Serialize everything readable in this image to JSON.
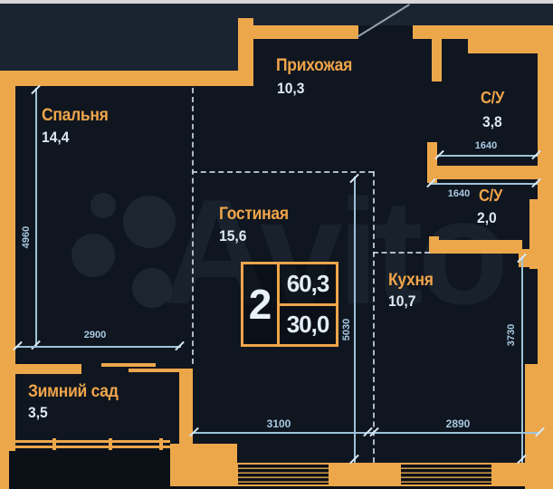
{
  "watermark": {
    "brand": "Avito"
  },
  "rooms": {
    "bedroom": {
      "name": "Спальня",
      "area": "14,4"
    },
    "hallway": {
      "name": "Прихожая",
      "area": "10,3"
    },
    "bathroom1": {
      "name": "С/У",
      "area": "3,8"
    },
    "bathroom2": {
      "name": "С/У",
      "area": "2,0"
    },
    "living": {
      "name": "Гостиная",
      "area": "15,6"
    },
    "kitchen": {
      "name": "Кухня",
      "area": "10,7"
    },
    "winter_garden": {
      "name": "Зимний сад",
      "area": "3,5"
    }
  },
  "badge": {
    "rooms": "2",
    "total_area": "60,3",
    "living_area": "30,0"
  },
  "dimensions": {
    "bedroom_height": "4960",
    "bedroom_width": "2900",
    "bathroom1_width": "1640",
    "bathroom2_width": "1640",
    "living_height": "5030",
    "kitchen_height": "3730",
    "living_width": "3100",
    "kitchen_width": "2890"
  },
  "colors": {
    "wall": "#eda74b",
    "background": "#0f1620",
    "room_label": "#f0a54a",
    "room_value": "#dde9f3",
    "dimension": "#a8c9df"
  }
}
